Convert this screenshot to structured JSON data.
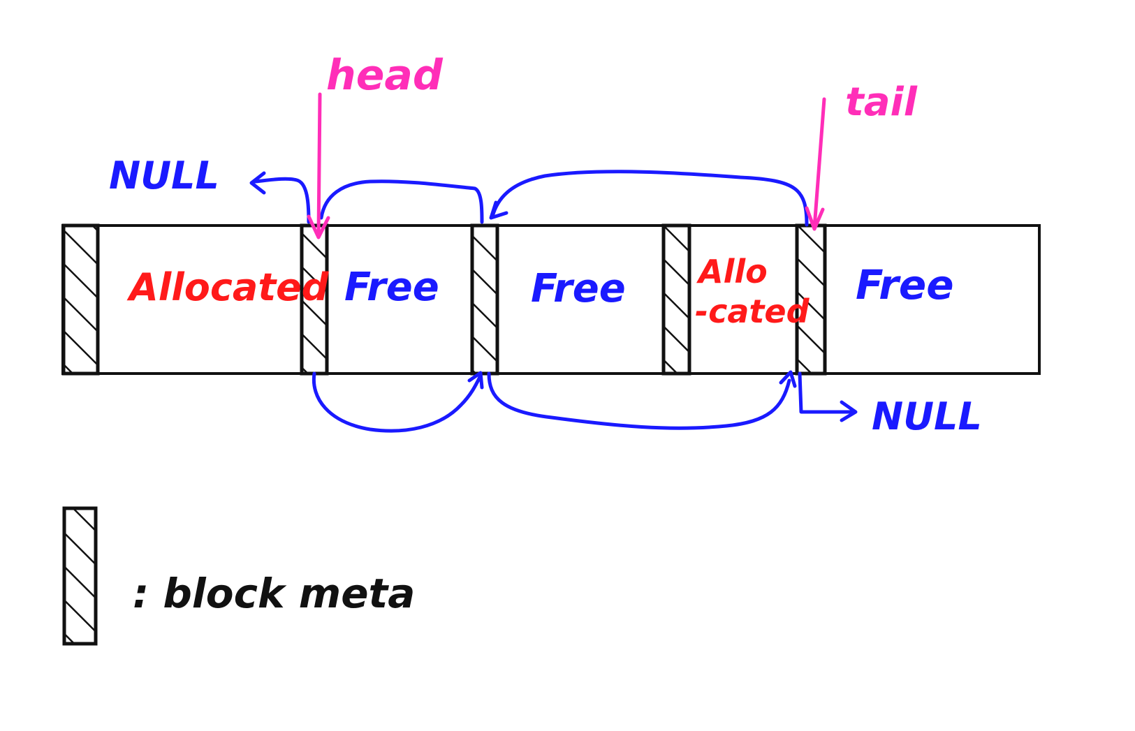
{
  "labels": {
    "head": "head",
    "tail": "tail",
    "null_left": "NULL",
    "null_right": "NULL",
    "legend": ": block meta"
  },
  "blocks": [
    {
      "label": "Allocated",
      "state": "allocated"
    },
    {
      "label": "Free",
      "state": "free"
    },
    {
      "label": "Free",
      "state": "free"
    },
    {
      "label_line1": "Allo",
      "label_line2": "-cated",
      "state": "allocated"
    },
    {
      "label": "Free",
      "state": "free"
    }
  ],
  "colors": {
    "allocated": "#ff1a1a",
    "free": "#1a1aff",
    "pointer": "#ff2eb8",
    "links": "#1a1aff",
    "meta": "#111111"
  }
}
